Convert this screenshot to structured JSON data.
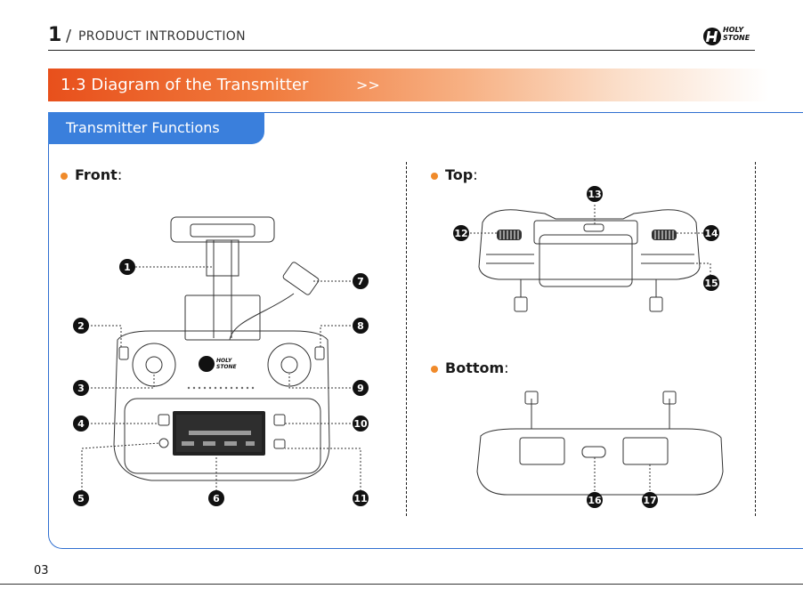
{
  "header": {
    "chapter_number": "1",
    "separator": "/",
    "chapter_title": "PRODUCT INTRODUCTION",
    "logo_text_line1": "HOLY",
    "logo_text_line2": "STONE"
  },
  "banner": {
    "title": "1.3   Diagram of the Transmitter",
    "arrows": ">>"
  },
  "tab": {
    "label": "Transmitter Functions"
  },
  "sections": {
    "front": {
      "label": "Front",
      "colon": ":"
    },
    "top": {
      "label": "Top",
      "colon": ":"
    },
    "bottom": {
      "label": "Bottom",
      "colon": ":"
    }
  },
  "callouts": [
    "1",
    "2",
    "3",
    "4",
    "5",
    "6",
    "7",
    "8",
    "9",
    "10",
    "11",
    "12",
    "13",
    "14",
    "15",
    "16",
    "17"
  ],
  "device": {
    "brand_line1": "HOLY",
    "brand_line2": "STONE"
  },
  "colors": {
    "accent_orange": "#e8501c",
    "accent_blue": "#3a7fdc",
    "bullet": "#f08a2a"
  },
  "footer": {
    "page_number": "03"
  }
}
